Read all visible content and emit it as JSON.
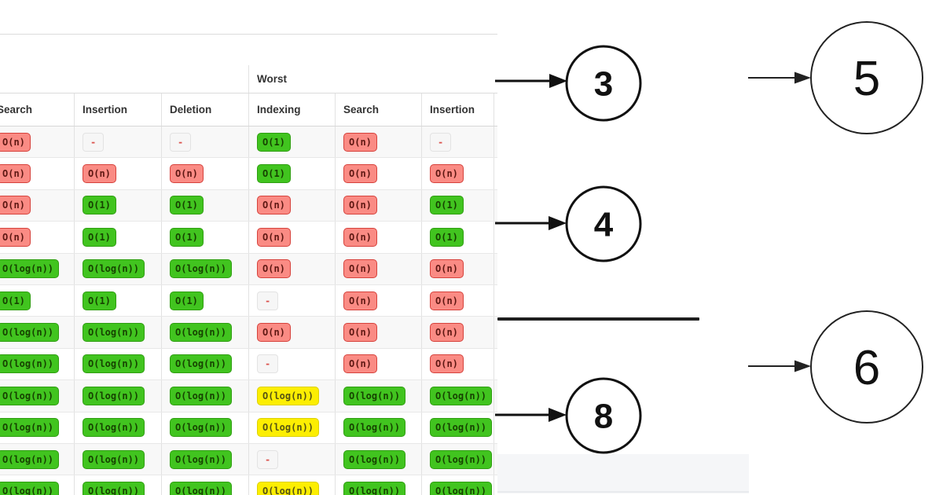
{
  "table": {
    "group_header_worst": "Worst",
    "columns": [
      "Search",
      "Insertion",
      "Deletion",
      "Indexing",
      "Search",
      "Insertion"
    ],
    "rows": [
      {
        "cells": [
          {
            "text": "O(n)",
            "color": "red"
          },
          {
            "text": "-",
            "color": "dash"
          },
          {
            "text": "-",
            "color": "dash"
          },
          {
            "text": "O(1)",
            "color": "green"
          },
          {
            "text": "O(n)",
            "color": "red"
          },
          {
            "text": "-",
            "color": "dash"
          }
        ]
      },
      {
        "cells": [
          {
            "text": "O(n)",
            "color": "red"
          },
          {
            "text": "O(n)",
            "color": "red"
          },
          {
            "text": "O(n)",
            "color": "red"
          },
          {
            "text": "O(1)",
            "color": "green"
          },
          {
            "text": "O(n)",
            "color": "red"
          },
          {
            "text": "O(n)",
            "color": "red"
          }
        ]
      },
      {
        "cells": [
          {
            "text": "O(n)",
            "color": "red"
          },
          {
            "text": "O(1)",
            "color": "green"
          },
          {
            "text": "O(1)",
            "color": "green"
          },
          {
            "text": "O(n)",
            "color": "red"
          },
          {
            "text": "O(n)",
            "color": "red"
          },
          {
            "text": "O(1)",
            "color": "green"
          }
        ]
      },
      {
        "cells": [
          {
            "text": "O(n)",
            "color": "red"
          },
          {
            "text": "O(1)",
            "color": "green"
          },
          {
            "text": "O(1)",
            "color": "green"
          },
          {
            "text": "O(n)",
            "color": "red"
          },
          {
            "text": "O(n)",
            "color": "red"
          },
          {
            "text": "O(1)",
            "color": "green"
          }
        ]
      },
      {
        "cells": [
          {
            "text": "O(log(n))",
            "color": "green"
          },
          {
            "text": "O(log(n))",
            "color": "green"
          },
          {
            "text": "O(log(n))",
            "color": "green"
          },
          {
            "text": "O(n)",
            "color": "red"
          },
          {
            "text": "O(n)",
            "color": "red"
          },
          {
            "text": "O(n)",
            "color": "red"
          }
        ]
      },
      {
        "cells": [
          {
            "text": "O(1)",
            "color": "green"
          },
          {
            "text": "O(1)",
            "color": "green"
          },
          {
            "text": "O(1)",
            "color": "green"
          },
          {
            "text": "-",
            "color": "dash"
          },
          {
            "text": "O(n)",
            "color": "red"
          },
          {
            "text": "O(n)",
            "color": "red"
          }
        ]
      },
      {
        "cells": [
          {
            "text": "O(log(n))",
            "color": "green"
          },
          {
            "text": "O(log(n))",
            "color": "green"
          },
          {
            "text": "O(log(n))",
            "color": "green"
          },
          {
            "text": "O(n)",
            "color": "red"
          },
          {
            "text": "O(n)",
            "color": "red"
          },
          {
            "text": "O(n)",
            "color": "red"
          }
        ]
      },
      {
        "cells": [
          {
            "text": "O(log(n))",
            "color": "green"
          },
          {
            "text": "O(log(n))",
            "color": "green"
          },
          {
            "text": "O(log(n))",
            "color": "green"
          },
          {
            "text": "-",
            "color": "dash"
          },
          {
            "text": "O(n)",
            "color": "red"
          },
          {
            "text": "O(n)",
            "color": "red"
          }
        ]
      },
      {
        "cells": [
          {
            "text": "O(log(n))",
            "color": "green"
          },
          {
            "text": "O(log(n))",
            "color": "green"
          },
          {
            "text": "O(log(n))",
            "color": "green"
          },
          {
            "text": "O(log(n))",
            "color": "yellow"
          },
          {
            "text": "O(log(n))",
            "color": "green"
          },
          {
            "text": "O(log(n))",
            "color": "green"
          }
        ]
      },
      {
        "cells": [
          {
            "text": "O(log(n))",
            "color": "green"
          },
          {
            "text": "O(log(n))",
            "color": "green"
          },
          {
            "text": "O(log(n))",
            "color": "green"
          },
          {
            "text": "O(log(n))",
            "color": "yellow"
          },
          {
            "text": "O(log(n))",
            "color": "green"
          },
          {
            "text": "O(log(n))",
            "color": "green"
          }
        ]
      },
      {
        "cells": [
          {
            "text": "O(log(n))",
            "color": "green"
          },
          {
            "text": "O(log(n))",
            "color": "green"
          },
          {
            "text": "O(log(n))",
            "color": "green"
          },
          {
            "text": "-",
            "color": "dash"
          },
          {
            "text": "O(log(n))",
            "color": "green"
          },
          {
            "text": "O(log(n))",
            "color": "green"
          }
        ]
      },
      {
        "cells": [
          {
            "text": "O(log(n))",
            "color": "green"
          },
          {
            "text": "O(log(n))",
            "color": "green"
          },
          {
            "text": "O(log(n))",
            "color": "green"
          },
          {
            "text": "O(log(n))",
            "color": "yellow"
          },
          {
            "text": "O(log(n))",
            "color": "green"
          },
          {
            "text": "O(log(n))",
            "color": "green"
          }
        ]
      }
    ],
    "badge_colors": {
      "red_bg": "#fa8b84",
      "red_border": "#d6423c",
      "green_bg": "#41c41f",
      "green_border": "#2f9e11",
      "yellow_bg": "#fcee02",
      "yellow_border": "#ddd104",
      "dash_text": "#db524d"
    }
  },
  "diagram": {
    "nodes": [
      {
        "label": "3"
      },
      {
        "label": "4"
      },
      {
        "label": "8"
      },
      {
        "label": "5"
      },
      {
        "label": "6"
      }
    ]
  }
}
